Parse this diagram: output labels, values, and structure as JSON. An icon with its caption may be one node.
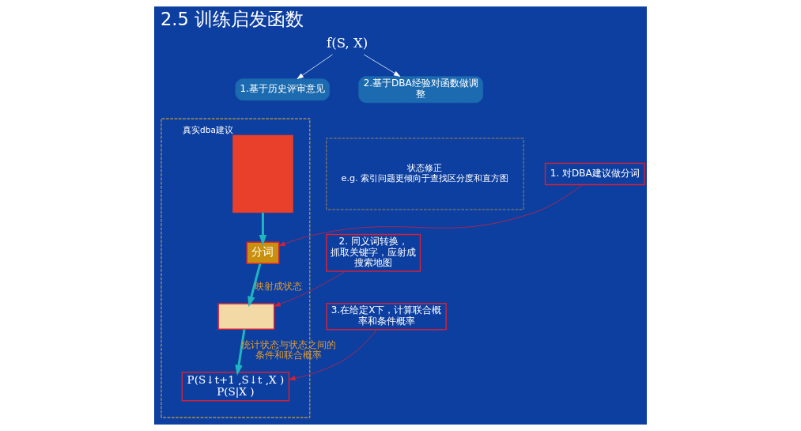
{
  "diagram": {
    "title": "2.5 训练启发函数",
    "nodes": [
      {
        "text": [
          "f(S, X)"
        ]
      },
      {
        "text": [
          "1.基于历史评审意见"
        ]
      },
      {
        "text": [
          "2.基于DBA经验对函数做调整"
        ]
      },
      {
        "text": [],
        "shape": "box"
      },
      {
        "text": [],
        "shape": "box",
        "in": 3,
        "beside": [
          "真实dba建议"
        ]
      },
      {
        "text": [
          "分词"
        ],
        "in": 3
      },
      {
        "text": [],
        "shape": "box",
        "in": 3
      },
      {
        "text": [
          "P(S↓t+1 ,S↓t ,X )",
          "P(S|X )"
        ],
        "in": 3
      },
      {
        "text": [
          "1. 对DBA建议做分词"
        ]
      },
      {
        "text": [
          "2. 同义词转换，抓取关键字，应射成搜索地图"
        ]
      },
      {
        "text": [
          "3.在给定X下，计算联合概率和条件概率"
        ]
      },
      {
        "text": [
          "状态修正",
          "e.g. 索引问题更倾向于查找区分度和直方图"
        ]
      }
    ],
    "edges": [
      {
        "from": 0,
        "to": 1,
        "arrow": "to",
        "color": "#ffffff"
      },
      {
        "from": 0,
        "to": 2,
        "arrow": "to",
        "color": "#ffffff"
      },
      {
        "from": 4,
        "to": 5,
        "arrow": "to",
        "style": "thick",
        "color": "#1fb5c0"
      },
      {
        "from": 5,
        "to": 6,
        "arrow": "to",
        "label": "映射成状态",
        "style": "thick",
        "color": "#1fb5c0"
      },
      {
        "from": 6,
        "to": 7,
        "arrow": "to",
        "label": "统计状态与状态之间的条件和联合概率",
        "style": "thick",
        "color": "#1fb5c0"
      },
      {
        "from": 8,
        "to": 5,
        "arrow": "to",
        "color": "#d0223a"
      },
      {
        "from": 9,
        "to": 6,
        "arrow": "to",
        "color": "#d0223a"
      },
      {
        "from": 10,
        "to": 7,
        "arrow": "to",
        "color": "#d0223a"
      }
    ]
  }
}
